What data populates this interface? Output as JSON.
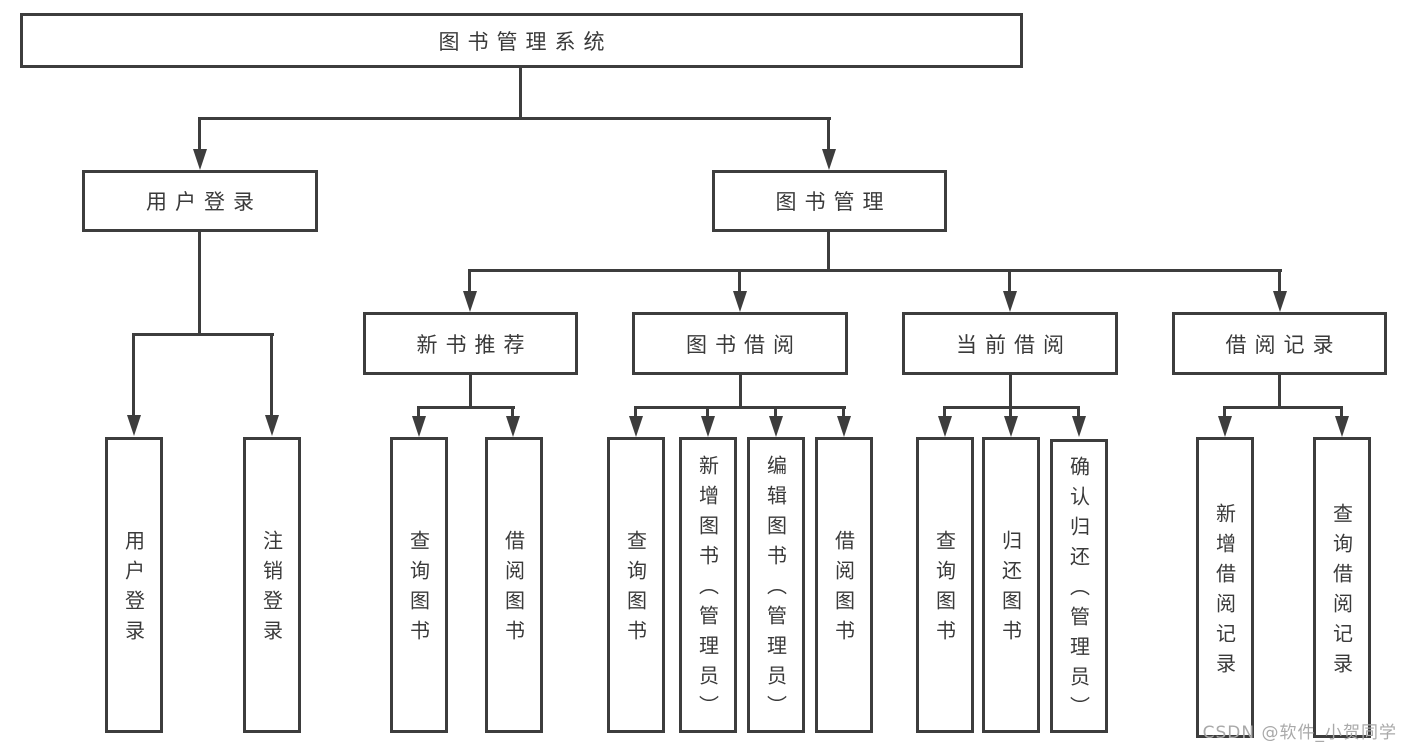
{
  "tree": {
    "root": {
      "label": "图书管理系统"
    },
    "user_login": {
      "label": "用户登录",
      "children": [
        "用户登录",
        "注销登录"
      ]
    },
    "book_mgmt": {
      "label": "图书管理"
    },
    "new_book": {
      "label": "新书推荐",
      "children": [
        "查询图书",
        "借阅图书"
      ]
    },
    "book_borrow": {
      "label": "图书借阅",
      "children": [
        "查询图书",
        "新增图书（管理员）",
        "编辑图书（管理员）",
        "借阅图书"
      ]
    },
    "current_borrow": {
      "label": "当前借阅",
      "children": [
        "查询图书",
        "归还图书",
        "确认归还（管理员）"
      ]
    },
    "borrow_record": {
      "label": "借阅记录",
      "children": [
        "新增借阅记录",
        "查询借阅记录"
      ]
    }
  },
  "watermark": {
    "text": "CSDN @软件_小贺同学"
  },
  "colors": {
    "line": "#3d3d3d",
    "text": "#3a3a3a",
    "watermark": "#a9a9a9",
    "background": "#ffffff"
  }
}
